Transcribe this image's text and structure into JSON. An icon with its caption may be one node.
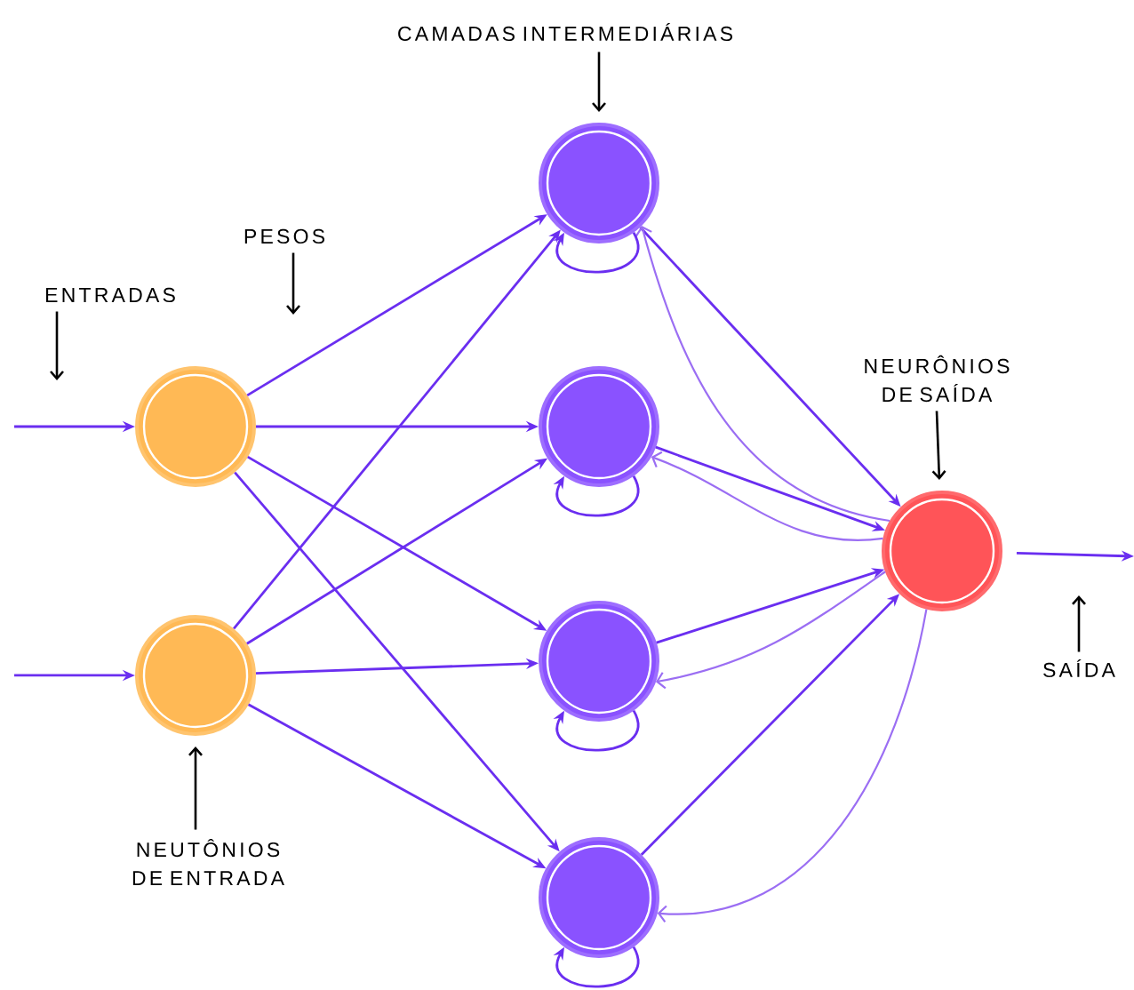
{
  "diagram": {
    "nodes": [
      {
        "text": [
          "ENTRADAS"
        ]
      },
      {
        "text": [
          "PESOS"
        ]
      },
      {
        "text": [
          "CAMADAS INTERMEDIÁRIAS"
        ]
      },
      {
        "text": [
          "NEURÔNIOS DE SAÍDA"
        ]
      },
      {
        "text": [
          "SAÍDA"
        ]
      },
      {
        "text": [
          "NEUTÔNIOS DE ENTRADA"
        ]
      },
      {
        "text": [],
        "shape": "circle"
      },
      {
        "text": [],
        "shape": "circle"
      },
      {
        "text": [],
        "shape": "circle"
      },
      {
        "text": [],
        "shape": "circle"
      },
      {
        "text": [],
        "shape": "circle"
      },
      {
        "text": [],
        "shape": "circle"
      },
      {
        "text": [],
        "shape": "circle"
      }
    ],
    "edges": [
      {
        "from": null,
        "to": 6,
        "arrow": "to"
      },
      {
        "from": null,
        "to": 7,
        "arrow": "to"
      },
      {
        "from": 6,
        "to": 8,
        "arrow": "to"
      },
      {
        "from": 6,
        "to": 9,
        "arrow": "to"
      },
      {
        "from": 6,
        "to": 10,
        "arrow": "to"
      },
      {
        "from": 6,
        "to": 11,
        "arrow": "to"
      },
      {
        "from": 7,
        "to": 8,
        "arrow": "to"
      },
      {
        "from": 7,
        "to": 9,
        "arrow": "to"
      },
      {
        "from": 7,
        "to": 10,
        "arrow": "to"
      },
      {
        "from": 7,
        "to": 11,
        "arrow": "to"
      },
      {
        "from": 8,
        "to": 12,
        "arrow": "to"
      },
      {
        "from": 9,
        "to": 12,
        "arrow": "to"
      },
      {
        "from": 10,
        "to": 12,
        "arrow": "to"
      },
      {
        "from": 11,
        "to": 12,
        "arrow": "to"
      },
      {
        "from": 12,
        "to": 8,
        "arrow": "to",
        "color": "#9b6ef3"
      },
      {
        "from": 12,
        "to": 9,
        "arrow": "to",
        "color": "#9b6ef3"
      },
      {
        "from": 12,
        "to": 10,
        "arrow": "to",
        "color": "#9b6ef3"
      },
      {
        "from": 12,
        "to": 11,
        "arrow": "to",
        "color": "#9b6ef3"
      },
      {
        "from": 8,
        "to": 8,
        "arrow": "to"
      },
      {
        "from": 9,
        "to": 9,
        "arrow": "to"
      },
      {
        "from": 10,
        "to": 10,
        "arrow": "to"
      },
      {
        "from": 11,
        "to": 11,
        "arrow": "to"
      },
      {
        "from": 12,
        "to": null,
        "arrow": "to"
      },
      {
        "from": 0,
        "to": null,
        "arrow": "to",
        "color": "#000000"
      },
      {
        "from": 1,
        "to": null,
        "arrow": "to",
        "color": "#000000"
      },
      {
        "from": 2,
        "to": 8,
        "arrow": "to",
        "color": "#000000"
      },
      {
        "from": 3,
        "to": 12,
        "arrow": "to",
        "color": "#000000"
      },
      {
        "from": 4,
        "to": null,
        "arrow": "to",
        "color": "#000000"
      },
      {
        "from": 5,
        "to": 7,
        "arrow": "to",
        "color": "#000000"
      }
    ]
  }
}
